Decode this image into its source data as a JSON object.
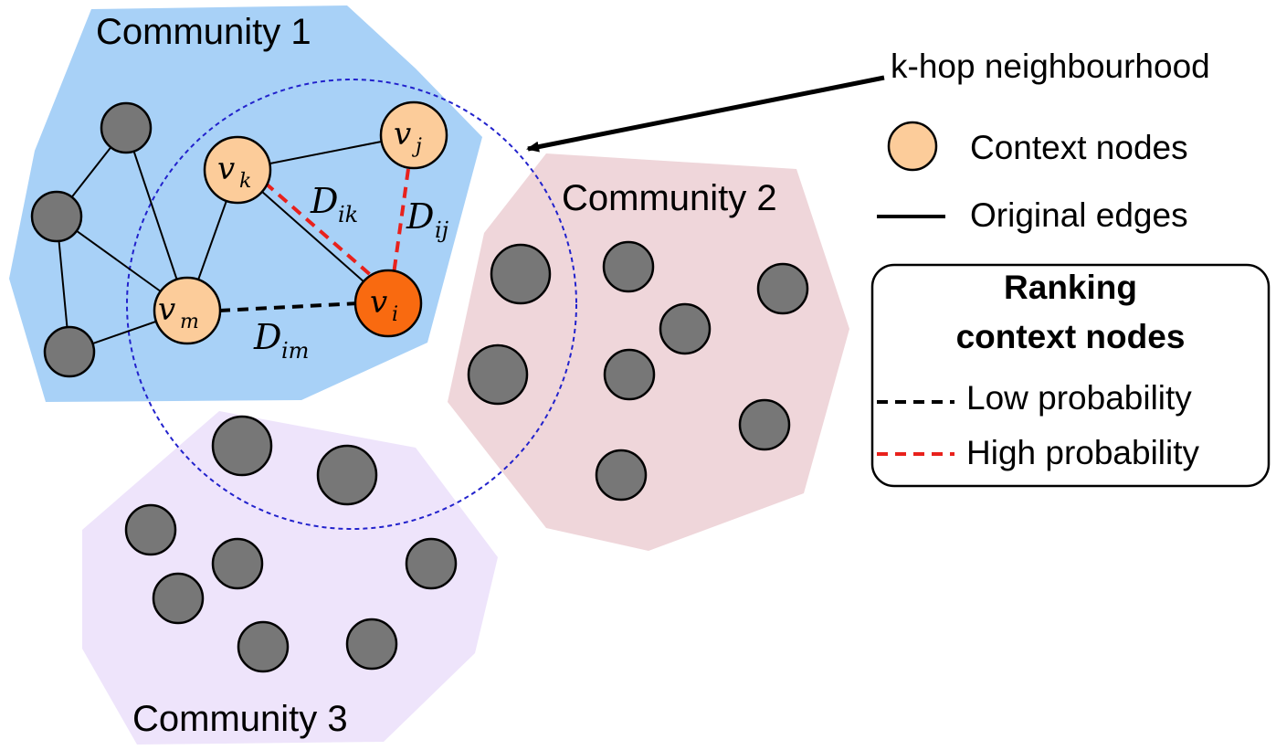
{
  "communities": [
    {
      "id": "c1",
      "label": "Community 1",
      "color": "#a8d1f7"
    },
    {
      "id": "c2",
      "label": "Community 2",
      "color": "#efd6da"
    },
    {
      "id": "c3",
      "label": "Community 3",
      "color": "#eee4fb"
    }
  ],
  "nodes": {
    "v_i": {
      "symbol": "v",
      "sub": "i",
      "color": "#f96a10"
    },
    "v_j": {
      "symbol": "v",
      "sub": "j",
      "color": "#fccc9a"
    },
    "v_k": {
      "symbol": "v",
      "sub": "k",
      "color": "#fccc9a"
    },
    "v_m": {
      "symbol": "v",
      "sub": "m",
      "color": "#fccc9a"
    },
    "other_color": "#777777"
  },
  "distances": {
    "ik": {
      "symbol": "D",
      "sub": "ik",
      "probability": "High probability",
      "color": "#e8211c"
    },
    "ij": {
      "symbol": "D",
      "sub": "ij",
      "probability": "High probability",
      "color": "#e8211c"
    },
    "im": {
      "symbol": "D",
      "sub": "im",
      "probability": "Low probability",
      "color": "#000000"
    }
  },
  "neighbourhood": {
    "label": "k-hop neighbourhood",
    "color": "#2222cc"
  },
  "legend": {
    "context_nodes": "Context nodes",
    "original_edges": "Original edges",
    "ranking_title_line1": "Ranking",
    "ranking_title_line2": "context nodes",
    "low_probability": "Low probability",
    "high_probability": "High probability",
    "low_color": "#000000",
    "high_color": "#e8211c"
  }
}
